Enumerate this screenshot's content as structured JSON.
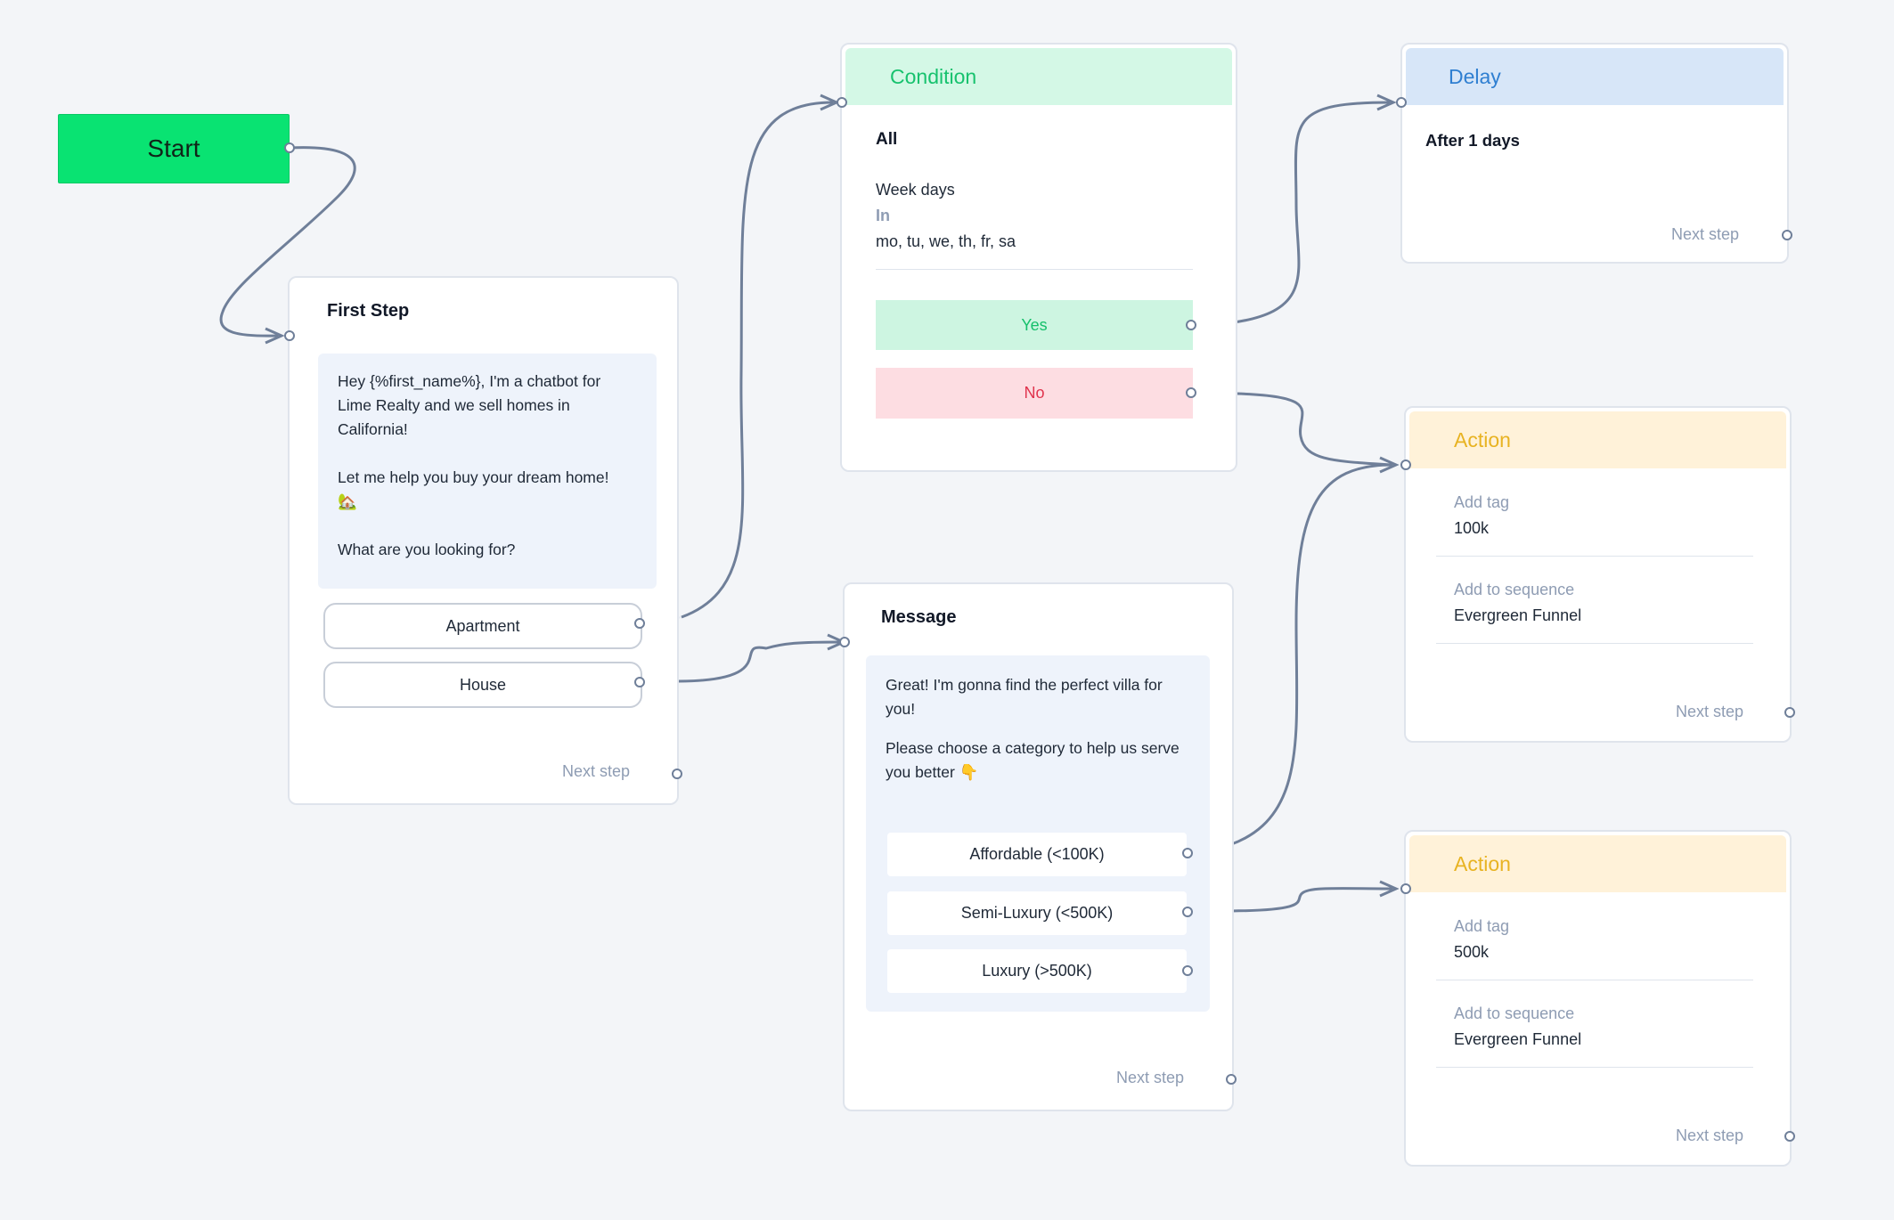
{
  "start": {
    "label": "Start"
  },
  "first_step": {
    "title": "First Step",
    "message": {
      "line1": "Hey {%first_name%}, I'm a chatbot for",
      "line2": "Lime Realty and we sell homes in",
      "line3": "California!",
      "line4": "Let me help you buy your dream home!",
      "emoji": "🏡",
      "line5": "What are you looking for?"
    },
    "buttons": [
      "Apartment",
      "House"
    ],
    "next_step": "Next step"
  },
  "condition": {
    "header": "Condition",
    "match": "All",
    "field": "Week days",
    "operator": "In",
    "value": "mo, tu, we, th, fr, sa",
    "yes": "Yes",
    "no": "No"
  },
  "delay": {
    "header": "Delay",
    "text": "After 1 days",
    "next_step": "Next step"
  },
  "message": {
    "title": "Message",
    "text": {
      "line1": "Great! I'm gonna find the perfect villa for",
      "line2": "you!",
      "line3": "Please choose a category to help us serve",
      "line4": "you better 👇"
    },
    "buttons": [
      "Affordable (<100K)",
      "Semi-Luxury (<500K)",
      "Luxury (>500K)"
    ],
    "next_step": "Next step"
  },
  "action1": {
    "header": "Action",
    "tag_label": "Add tag",
    "tag_value": "100k",
    "seq_label": "Add to sequence",
    "seq_value": "Evergreen Funnel",
    "next_step": "Next step"
  },
  "action2": {
    "header": "Action",
    "tag_label": "Add tag",
    "tag_value": "500k",
    "seq_label": "Add to sequence",
    "seq_value": "Evergreen Funnel",
    "next_step": "Next step"
  },
  "colors": {
    "start": "#09e372",
    "condition_header": "#d4f8e6",
    "delay_header": "#d7e6f8",
    "action_header": "#fff2d9",
    "yes_bg": "#cdf5e1",
    "no_bg": "#fddde2",
    "wire": "#6f7f99"
  }
}
